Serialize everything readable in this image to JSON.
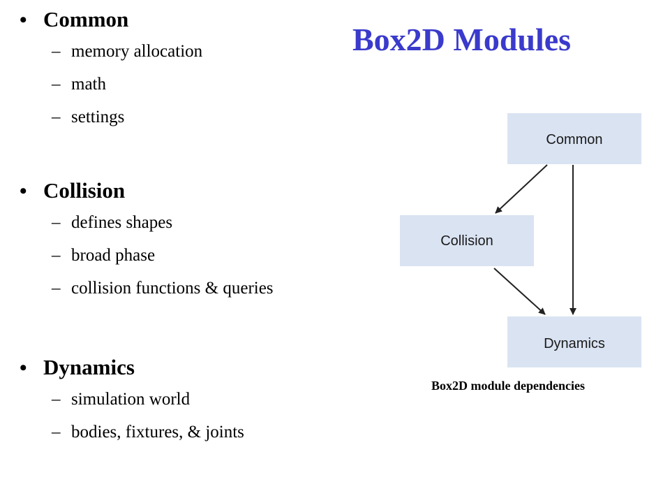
{
  "slide": {
    "title": "Box2D Modules",
    "bullet_symbol": "•",
    "dash_symbol": "–",
    "sections": [
      {
        "heading": "Common",
        "items": [
          "memory allocation",
          "math",
          "settings"
        ]
      },
      {
        "heading": "Collision",
        "items": [
          "defines shapes",
          "broad phase",
          "collision functions & queries"
        ]
      },
      {
        "heading": "Dynamics",
        "items": [
          "simulation world",
          "bodies, fixtures, & joints"
        ]
      }
    ]
  },
  "diagram": {
    "nodes": {
      "common": "Common",
      "collision": "Collision",
      "dynamics": "Dynamics"
    },
    "edges": [
      {
        "from": "Common",
        "to": "Collision"
      },
      {
        "from": "Common",
        "to": "Dynamics"
      },
      {
        "from": "Collision",
        "to": "Dynamics"
      }
    ],
    "caption": "Box2D module dependencies",
    "box_color": "#dae3f2",
    "title_color": "#3a3acc"
  }
}
